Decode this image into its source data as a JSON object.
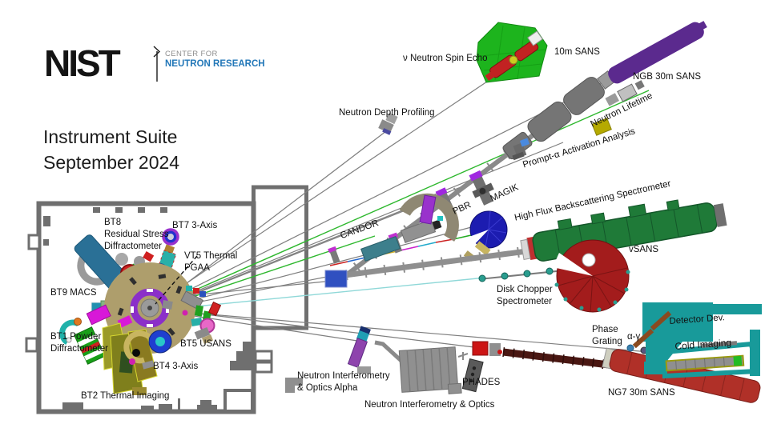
{
  "logo": {
    "nist": "NIST",
    "center_for": "CENTER FOR",
    "neutron_research": "NEUTRON RESEARCH"
  },
  "title": {
    "line1": "Instrument Suite",
    "line2": "September 2024"
  },
  "instrument_labels": {
    "nse": "ν Neutron Spin Echo",
    "sans_10m": "10m SANS",
    "ngb_30m_sans": "NGB 30m SANS",
    "neutron_depth_profiling": "Neutron Depth Profiling",
    "neutron_lifetime": "Neutron Lifetime",
    "prompt_alpha": "Prompt-α Activation Analysis",
    "magik": "MAGIK",
    "pbr": "PBR",
    "candor": "CANDOR",
    "hfbs": "High Flux Backscattering Spectrometer",
    "vsans": "vSANS",
    "dcs": "Disk Chopper\nSpectrometer",
    "phase_grating": "Phase\nGrating",
    "alpha_gamma": "α-γ",
    "detector_dev": "Detector Dev.",
    "cold_imaging": "Cold Imaging",
    "ng7_30m_sans": "NG7 30m SANS",
    "phades": "PHADES",
    "nio_alpha": "Neutron Interferometry\n& Optics Alpha",
    "nio": "Neutron Interferometry & Optics",
    "bt8": "BT8\nResidual Stress\nDiffractometer",
    "bt7": "BT7 3-Axis",
    "vt5": "VT5 Thermal\nPGAA",
    "bt9": "BT9 MACS",
    "bt1": "BT1 Powder\nDiffractometer",
    "bt5": "BT5 USANS",
    "bt4": "BT4 3-Axis",
    "bt2": "BT2 Thermal Imaging"
  },
  "colors": {
    "nist_blue": "#2277b8",
    "building_wall": "#6f6f6f",
    "reactor_tan": "#ae9e6c",
    "reactor_core_purple": "#8b2fc9",
    "ngb30m_purple": "#5b2a8e",
    "vsans_green": "#1f7a38",
    "ng7_red": "#b03028",
    "dcs_red": "#a31c1c",
    "nse_green": "#1db41d",
    "imaging_teal": "#189a9a",
    "hfbs_blue": "#1c1cb0",
    "guide_gray": "#8a8a8a",
    "beam_green": "#2eb82e",
    "beam_cyan": "#8fd8d8"
  }
}
